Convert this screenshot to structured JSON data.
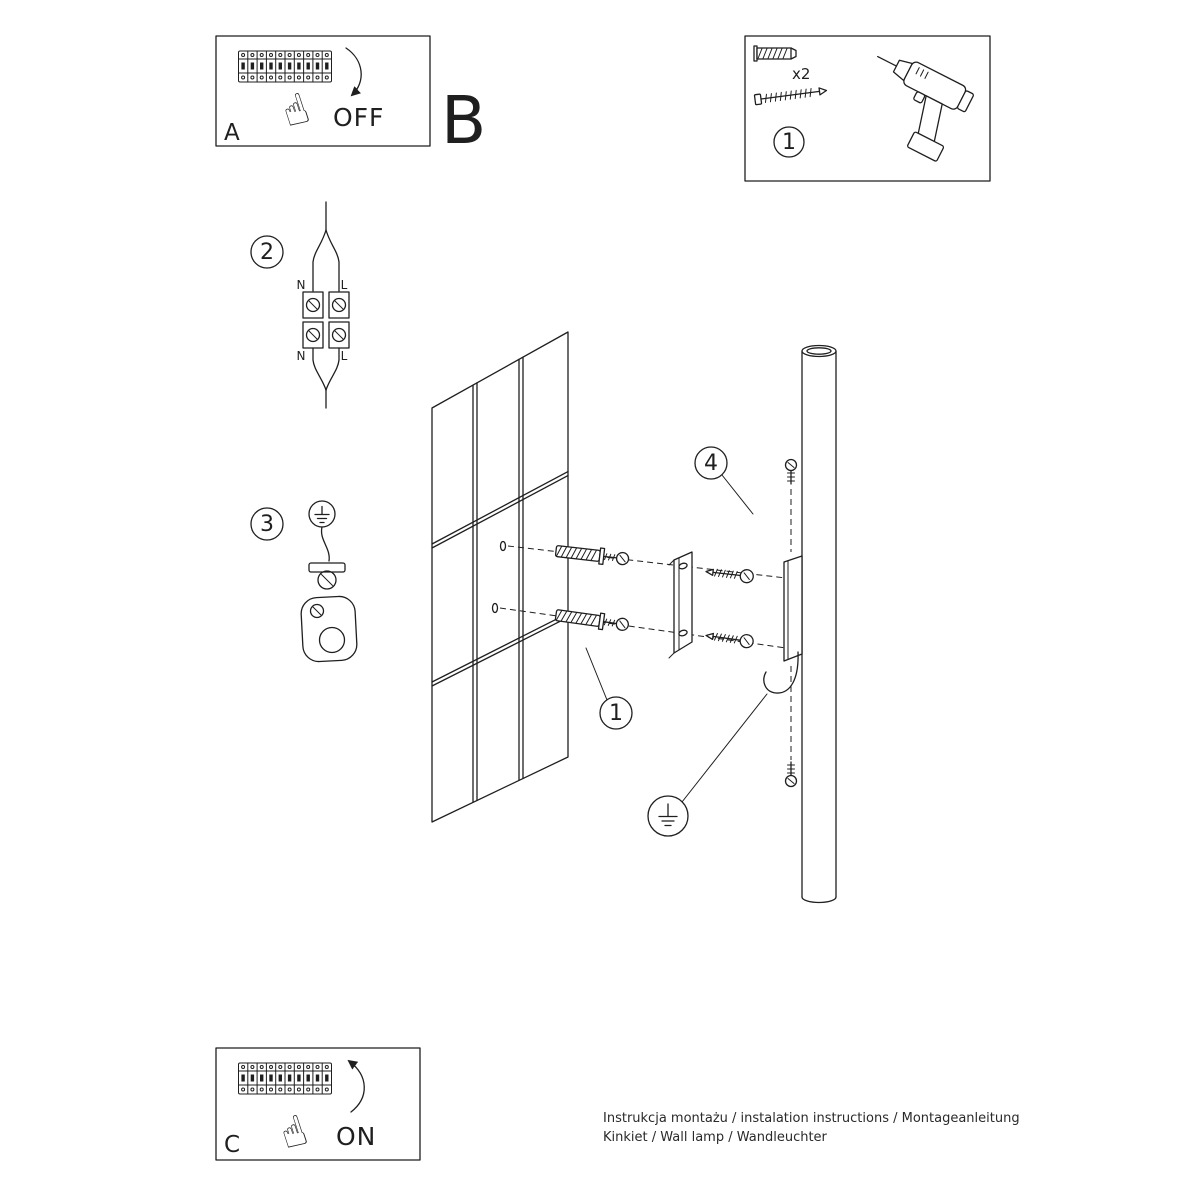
{
  "colors": {
    "ink": "#1f1f1f",
    "paper": "#ffffff"
  },
  "icons": {
    "hand_pointing": "☝"
  },
  "panel_a": {
    "label": "A",
    "state": "OFF"
  },
  "letter_b": "B",
  "kit": {
    "badge": "1",
    "anchor_count": "x2"
  },
  "wiring": {
    "badge": "2",
    "top_n": "N",
    "top_l": "L",
    "bottom_n": "N",
    "bottom_l": "L"
  },
  "grounding": {
    "badge": "3"
  },
  "mounting": {
    "badge_bracket": "4",
    "badge_anchors": "1"
  },
  "panel_c": {
    "label": "C",
    "state": "ON"
  },
  "footer": {
    "line1": "Instrukcja montażu / instalation instructions / Montageanleitung",
    "line2": "Kinkiet / Wall lamp / Wandleuchter"
  }
}
